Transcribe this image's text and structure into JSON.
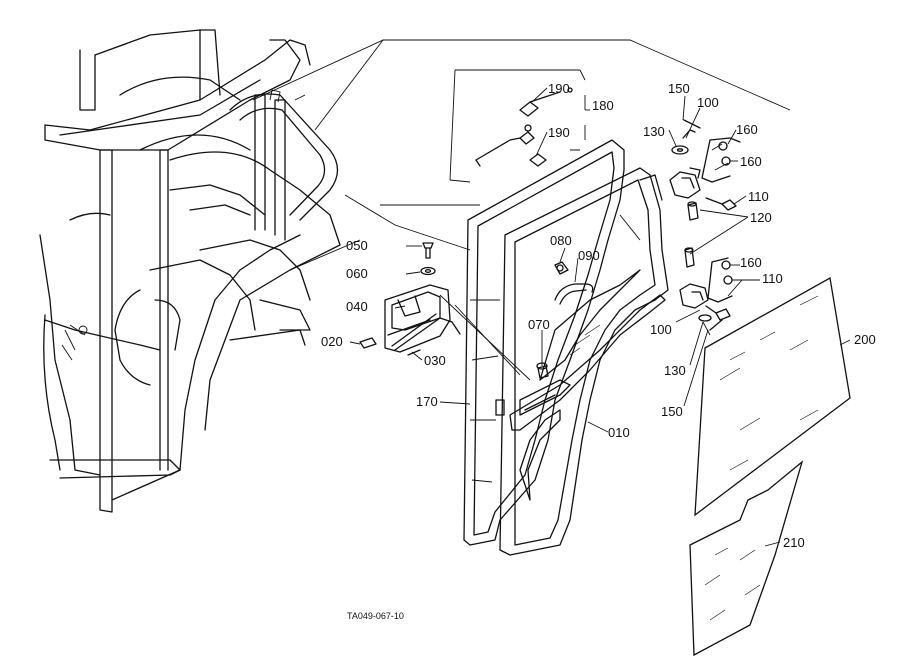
{
  "figure_code": "TA049-067-10",
  "callouts": {
    "c180": "180",
    "c190a": "190",
    "c190b": "190",
    "c150a": "150",
    "c100a": "100",
    "c130a": "130",
    "c160a": "160",
    "c160b": "160",
    "c110a": "110",
    "c120": "120",
    "c080": "080",
    "c090": "090",
    "c050": "050",
    "c060": "060",
    "c040": "040",
    "c020": "020",
    "c030": "030",
    "c070": "070",
    "c170": "170",
    "c010": "010",
    "c160c": "160",
    "c110b": "110",
    "c100b": "100",
    "c130b": "130",
    "c150b": "150",
    "c200": "200",
    "c210": "210"
  }
}
